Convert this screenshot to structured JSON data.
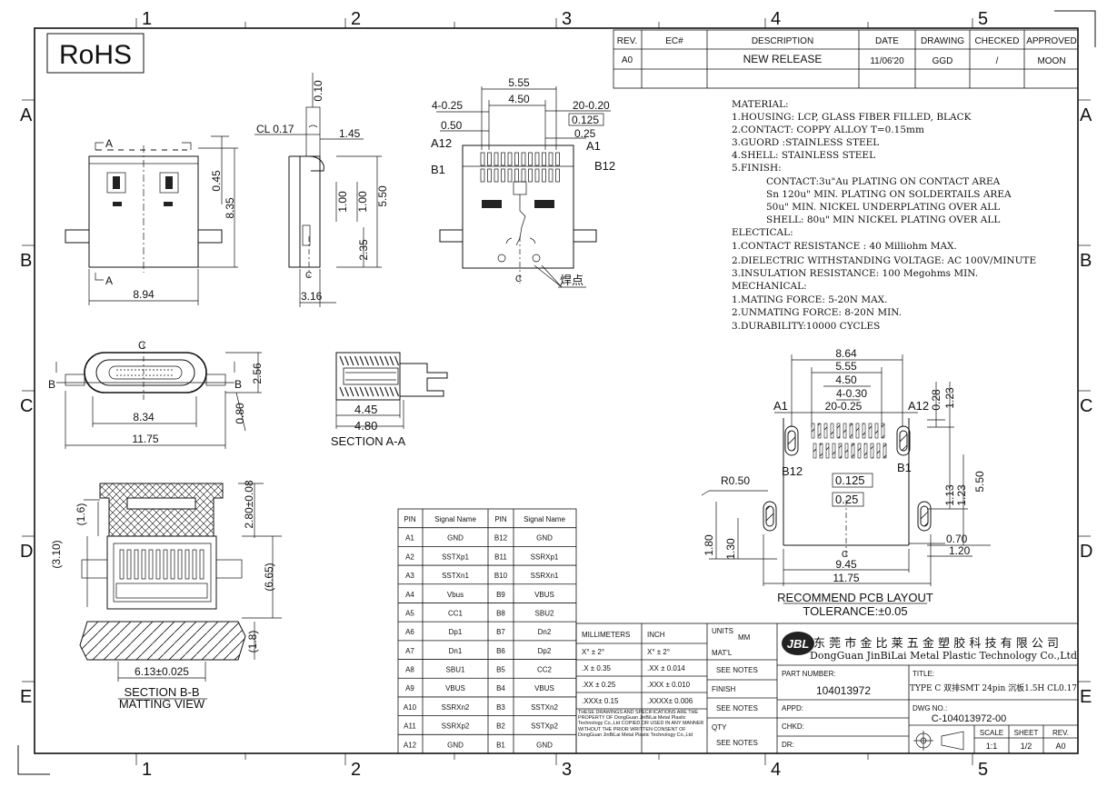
{
  "zone_cols": [
    "1",
    "2",
    "3",
    "4",
    "5"
  ],
  "zone_rows": [
    "A",
    "B",
    "C",
    "D",
    "E"
  ],
  "rohs": "RoHS",
  "revision": {
    "headers": [
      "REV.",
      "EC#",
      "DESCRIPTION",
      "DATE",
      "DRAWING",
      "CHECKED",
      "APPROVED"
    ],
    "row": [
      "A0",
      "",
      "NEW RELEASE",
      "11/06'20",
      "GGD",
      "/",
      "MOON"
    ]
  },
  "notes": [
    "MATERIAL:",
    "1.HOUSING: LCP, GLASS FIBER FILLED, BLACK",
    "2.CONTACT: COPPY ALLOY T=0.15mm",
    "3.GUORD :STAINLESS STEEL",
    "4.SHELL: STAINLESS STEEL",
    "5.FINISH:",
    "CONTACT:3u\"Au PLATING ON CONTACT AREA",
    "Sn 120u\" MIN. PLATING ON SOLDERTAILS AREA",
    "50u\" MIN. NICKEL UNDERPLATING OVER ALL",
    "SHELL: 80u\" MIN NICKEL PLATING OVER ALL",
    "ELECTICAL:",
    "1.CONTACT RESISTANCE : 40 Milliohm MAX.",
    "2.DIELECTRIC WITHSTANDING VOLTAGE: AC 100V/MINUTE",
    "3.INSULATION RESISTANCE: 100 Megohms MIN.",
    "MECHANICAL:",
    "1.MATING FORCE: 5-20N MAX.",
    "2.UNMATING FORCE: 8-20N MIN.",
    "3.DURABILITY:10000 CYCLES"
  ],
  "dims": {
    "front_width": "8.94",
    "front_height": "8.35",
    "front_045": "0.45",
    "side_cl": "CL 0.17",
    "side_145": "1.45",
    "side_010": "0.10",
    "side_100a": "1.00",
    "side_100b": "1.00",
    "side_550": "5.50",
    "side_235": "2.35",
    "side_316": "3.16",
    "top_555": "5.55",
    "top_450": "4.50",
    "top_4_025": "4-0.25",
    "top_20_020": "20-0.20",
    "top_050": "0.50",
    "top_0125": "0.125",
    "top_025": "0.25",
    "a12": "A12",
    "a1": "A1",
    "b1": "B1",
    "b12": "B12",
    "solder": "焊点",
    "bottom_834": "8.34",
    "bottom_1175": "11.75",
    "bottom_256": "2.56",
    "bottom_080": "0.80",
    "sec_445": "4.45",
    "sec_480": "4.80",
    "sec_aa": "SECTION A-A",
    "bb_16": "(1.6)",
    "bb_310": "(3.10)",
    "bb_280": "2.80±0.08",
    "bb_665": "(6.65)",
    "bb_18": "(1.8)",
    "bb_613": "6.13±0.025",
    "bb_title": "SECTION B-B",
    "bb_sub": "MATTING VIEW",
    "pcb_864": "8.64",
    "pcb_555": "5.55",
    "pcb_450": "4.50",
    "pcb_4_030": "4-0.30",
    "pcb_20_025": "20-0.25",
    "pcb_028": "0.28",
    "pcb_123a": "1.23",
    "pcb_r050": "R0.50",
    "pcb_0125": "0.125",
    "pcb_025": "0.25",
    "pcb_113": "1.13",
    "pcb_123b": "1.23",
    "pcb_550": "5.50",
    "pcb_180": "1.80",
    "pcb_130": "1.30",
    "pcb_070": "0.70",
    "pcb_120": "1.20",
    "pcb_945": "9.45",
    "pcb_1175": "11.75",
    "pcb_title": "RECOMMEND PCB LAYOUT",
    "pcb_tol": "TOLERANCE:±0.05",
    "a_label": "A",
    "b_label": "B",
    "c_label": "C"
  },
  "pin_table": {
    "headers": [
      "PIN",
      "Signal Name",
      "PIN",
      "Signal Name"
    ],
    "rows": [
      [
        "A1",
        "GND",
        "B12",
        "GND"
      ],
      [
        "A2",
        "SSTXp1",
        "B11",
        "SSRXp1"
      ],
      [
        "A3",
        "SSTXn1",
        "B10",
        "SSRXn1"
      ],
      [
        "A4",
        "Vbus",
        "B9",
        "VBUS"
      ],
      [
        "A5",
        "CC1",
        "B8",
        "SBU2"
      ],
      [
        "A6",
        "Dp1",
        "B7",
        "Dn2"
      ],
      [
        "A7",
        "Dn1",
        "B6",
        "Dp2"
      ],
      [
        "A8",
        "SBU1",
        "B5",
        "CC2"
      ],
      [
        "A9",
        "VBUS",
        "B4",
        "VBUS"
      ],
      [
        "A10",
        "SSRXn2",
        "B3",
        "SSTXn2"
      ],
      [
        "A11",
        "SSRXp2",
        "B2",
        "SSTXp2"
      ],
      [
        "A12",
        "GND",
        "B1",
        "GND"
      ]
    ]
  },
  "title_block": {
    "mm": "MILLIMETERS",
    "inch": "INCH",
    "units": "UNITS",
    "units_val": "MM",
    "tol_rows": [
      [
        "X° ± 2°",
        "X° ± 2°"
      ],
      [
        ".X ± 0.35",
        ".XX ± 0.014"
      ],
      [
        ".XX ± 0.25",
        ".XXX ± 0.010"
      ],
      [
        ".XXX± 0.15",
        ".XXXX± 0.006"
      ]
    ],
    "matl": "MAT'L",
    "see1": "SEE NOTES",
    "finish": "FINISH",
    "see2": "SEE NOTES",
    "qty": "QTY",
    "see3": "SEE NOTES",
    "property": "THESE DRAWINGS AND SPECIFICATIONS ARE THE PROPERTY OF DongGuan JinBiLai Metal Plastic Technology Co.,Ltd COPIED OR USED IN ANY MANNER WITHOUT THE PRIOR WRITTEN CONSENT OF DongGuan JinBiLai Metal Plastic Technology Co.,Ltd",
    "company_cn": "东 莞 市 金 比 莱 五 金 塑 胶 科 技 有 限 公 司",
    "company_en": "DongGuan JinBiLai Metal Plastic Technology Co.,Ltd",
    "logo": "JBL",
    "part_no_label": "PART NUMBER:",
    "part_no": "104013972",
    "title_label": "TITLE:",
    "title": "TYPE C 双排SMT 24pin 沉板1.5H CL0.17",
    "appd": "APPD:",
    "dwg_label": "DWG NO.:",
    "dwg_no": "C-104013972-00",
    "chkd": "CHKD:",
    "dr": "DR:",
    "scale_label": "SCALE",
    "sheet_label": "SHEET",
    "rev_label": "REV.",
    "scale": "1:1",
    "sheet": "1/2",
    "rev": "A0"
  }
}
